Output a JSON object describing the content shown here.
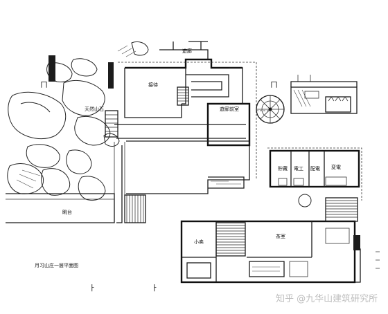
{
  "rooms": {
    "pavilion_top": "遊廊",
    "guest_hall": "接待",
    "rockery": "天然山石",
    "corridor_room": "遊廊前室",
    "storage": "貯藏",
    "electric": "電工",
    "distribution": "配電",
    "transformer": "変電",
    "kiosk": "小卖",
    "tea_room": "茶室",
    "waterside": "眺台"
  },
  "caption": "月习山庄一层平面图",
  "watermark": "知乎 @九华山建筑研究所"
}
